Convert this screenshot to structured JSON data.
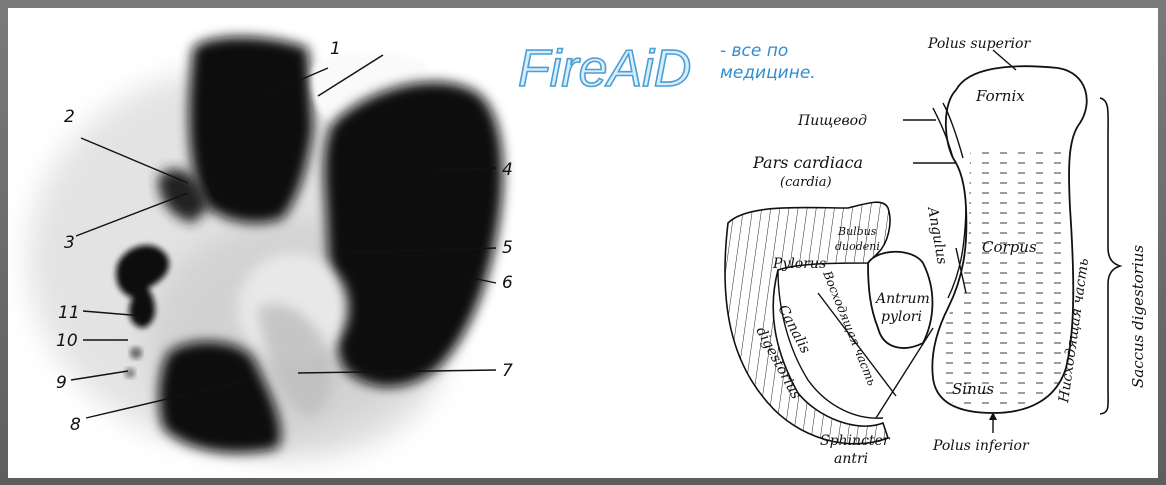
{
  "watermark": {
    "brand": "FireAiD",
    "tagline_1": "- все по",
    "tagline_2": "медицине."
  },
  "xray": {
    "markers": [
      "1",
      "2",
      "3",
      "4",
      "5",
      "6",
      "7",
      "8",
      "9",
      "10",
      "11"
    ]
  },
  "diagram": {
    "labels": {
      "polus_superior": "Polus superior",
      "fornix": "Fornix",
      "esophagus": "Пищевод",
      "pars_cardiaca": "Pars cardiaca",
      "cardia": "(cardia)",
      "bulbus": "Bulbus",
      "duodeni": "duodeni",
      "angulus": "Angulus",
      "corpus": "Corpus",
      "descending_part": "Нисходящая часть",
      "saccus": "Saccus digestorius",
      "pylorus": "Pylorus",
      "ascending_part": "Восходящая часть",
      "antrum": "Antrum",
      "pylori": "pylori",
      "canalis_1": "Canalis",
      "canalis_2": "digestorius",
      "sinus": "Sinus",
      "sphincter": "Sphincter",
      "antri": "antri",
      "polus_inferior": "Polus inferior"
    }
  },
  "colors": {
    "watermark_fill": "#d9ecf9",
    "watermark_stroke": "#4a9fd4",
    "watermark_text": "#2f8ecf",
    "ink": "#111111"
  }
}
